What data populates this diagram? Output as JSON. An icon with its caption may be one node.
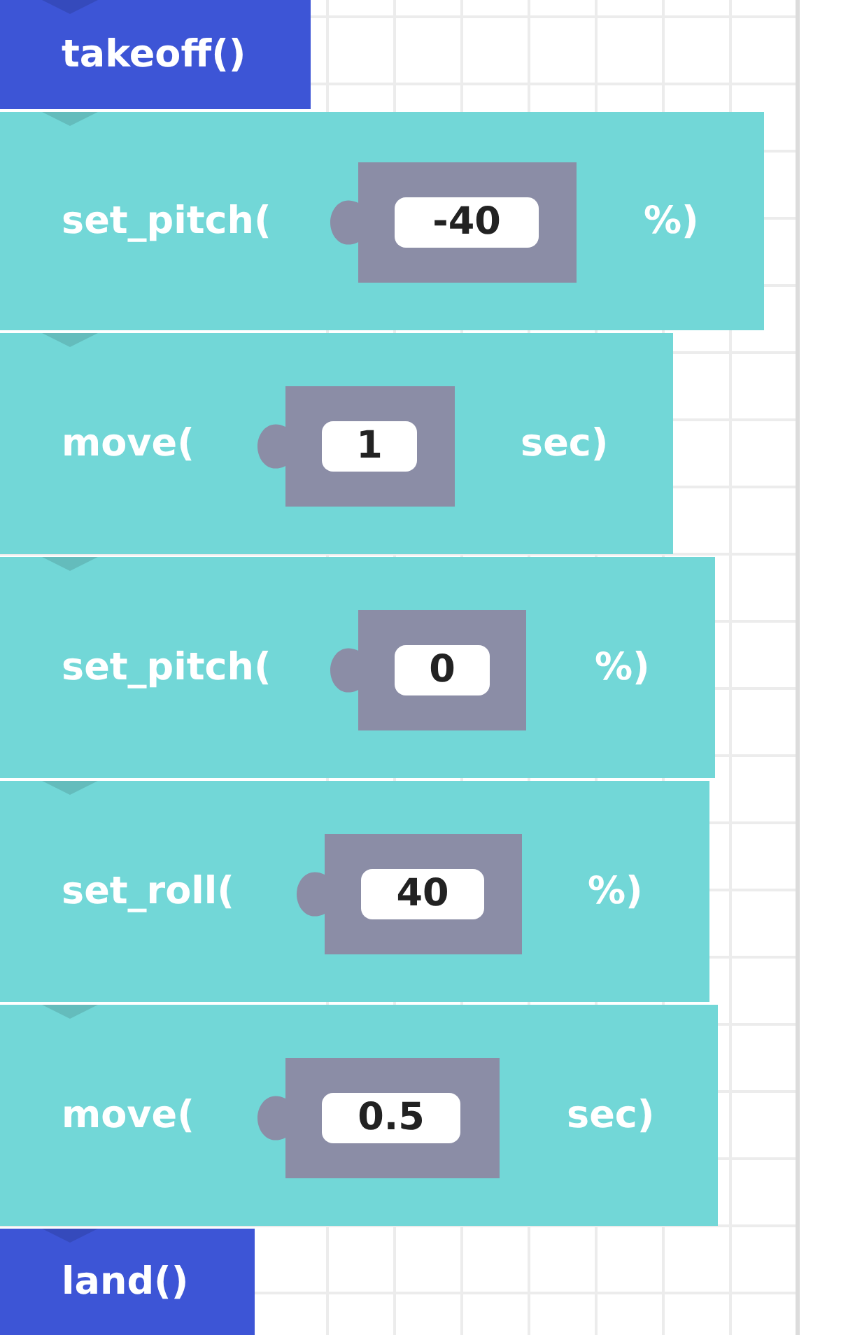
{
  "diagram": {
    "nodes": [
      {
        "text": [
          "takeoff()"
        ]
      },
      {
        "text": [
          "set_pitch(",
          "%)"
        ]
      },
      {
        "text": [
          "-40"
        ],
        "in": 1
      },
      {
        "text": [
          "move(",
          "sec)"
        ]
      },
      {
        "text": [
          "1"
        ],
        "in": 3
      },
      {
        "text": [
          "set_pitch(",
          "%)"
        ]
      },
      {
        "text": [
          "0"
        ],
        "in": 5
      },
      {
        "text": [
          "set_roll(",
          "%)"
        ]
      },
      {
        "text": [
          "40"
        ],
        "in": 7
      },
      {
        "text": [
          "move(",
          "sec)"
        ]
      },
      {
        "text": [
          "0.5"
        ],
        "in": 9
      },
      {
        "text": [
          "land()"
        ]
      }
    ]
  }
}
